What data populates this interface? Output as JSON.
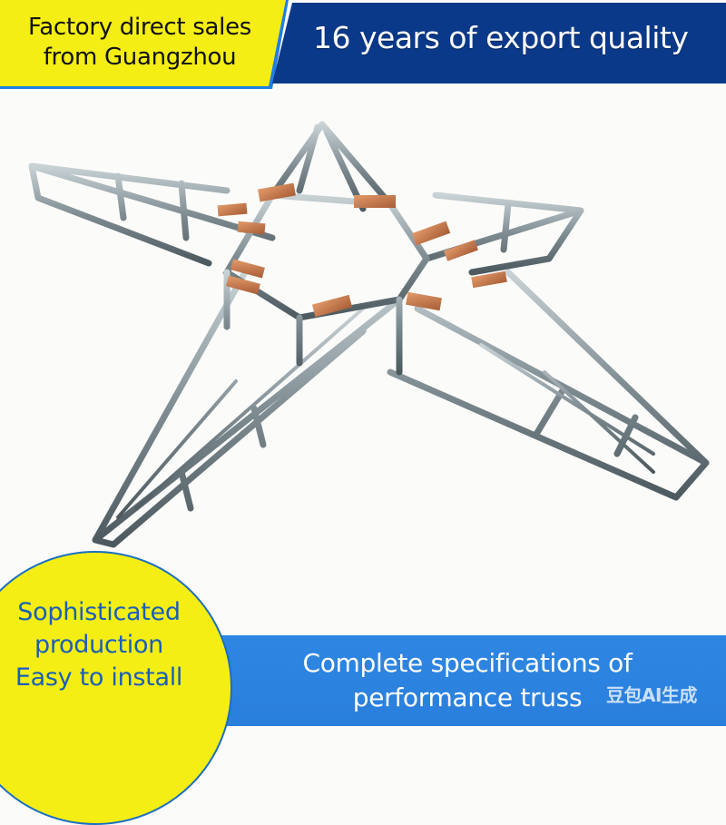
{
  "banners": {
    "top_left": {
      "line1": "Factory direct sales",
      "line2": "from Guangzhou",
      "background": "#f4ee14",
      "text_color": "#111111"
    },
    "top_right": {
      "text": "16 years of export quality",
      "background": "#0b3989",
      "text_color": "#ffffff"
    },
    "bottom_left": {
      "line1": "Sophisticated",
      "line2": "production",
      "line3": "Easy to install",
      "background": "#f4ee14",
      "text_color": "#1a5fb8"
    },
    "bottom_right": {
      "line1": "Complete specifications of",
      "line2": "performance truss",
      "background": "#2e86e3",
      "text_color": "#ffffff"
    }
  },
  "product": {
    "name": "star-shaped aluminum truss",
    "tube_color": "#8a979c",
    "plate_color": "#c87a4e"
  },
  "watermark": {
    "text": "豆包AI生成"
  }
}
